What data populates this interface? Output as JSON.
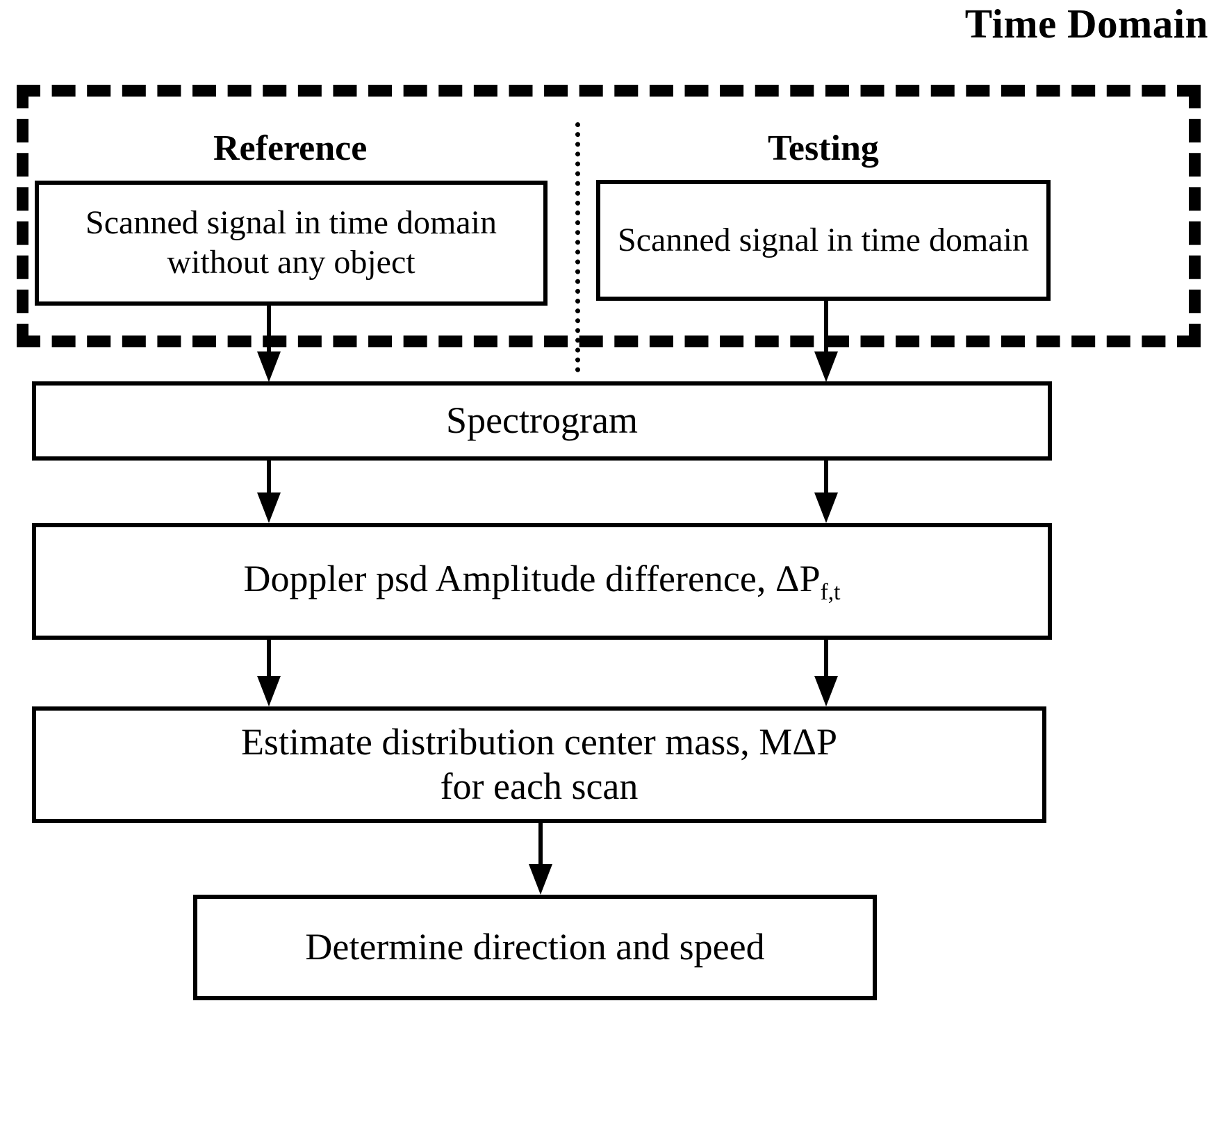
{
  "diagram": {
    "title": "Time Domain",
    "columns": {
      "reference_label": "Reference",
      "testing_label": "Testing"
    },
    "nodes": {
      "reference_input": "Scanned signal in time domain without any object",
      "testing_input": "Scanned signal in time domain",
      "spectrogram": "Spectrogram",
      "doppler_prefix": "Doppler psd Amplitude difference, ΔP",
      "doppler_subscript": "f,t",
      "estimate_line1": "Estimate distribution center mass, MΔP",
      "estimate_line2": "for each scan",
      "determine": "Determine direction and speed"
    },
    "colors": {
      "stroke": "#000000",
      "background": "#ffffff"
    }
  }
}
